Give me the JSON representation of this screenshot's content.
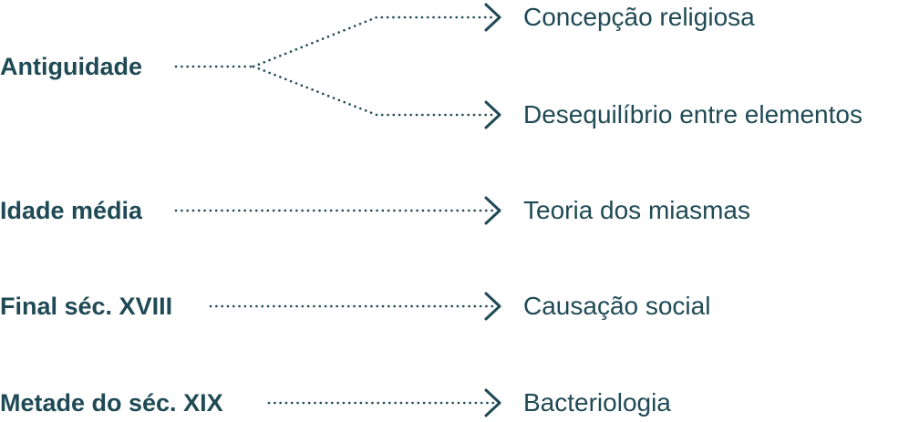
{
  "diagram": {
    "periods": [
      {
        "label": "Antiguidade"
      },
      {
        "label": "Idade média"
      },
      {
        "label": "Final séc. XVIII"
      },
      {
        "label": "Metade do séc. XIX"
      }
    ],
    "concepts": [
      {
        "label": "Concepção religiosa"
      },
      {
        "label": "Desequilíbrio entre elementos"
      },
      {
        "label": "Teoria dos miasmas"
      },
      {
        "label": "Causação social"
      },
      {
        "label": "Bacteriologia"
      }
    ],
    "color": "#1f4a55"
  }
}
